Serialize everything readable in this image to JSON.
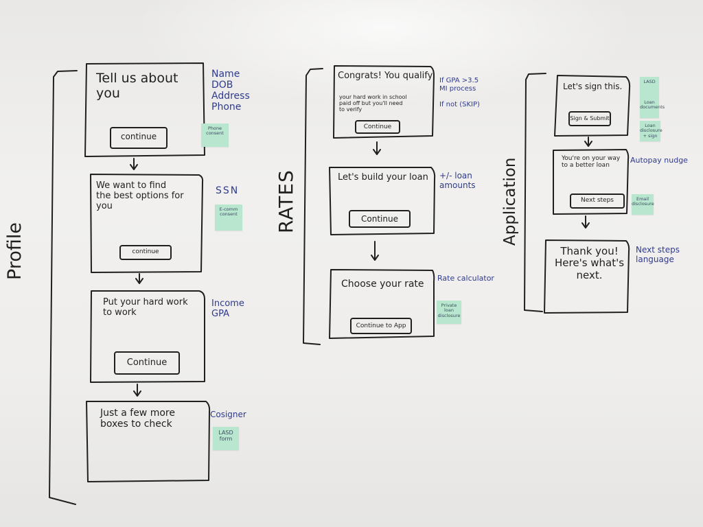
{
  "section_labels": {
    "profile": "Profile",
    "rates": "RATES",
    "application": "Application"
  },
  "profile": {
    "screen1": {
      "title": "Tell us about\nyou",
      "button": "continue"
    },
    "screen1_notes": "Name\nDOB\nAddress\nPhone",
    "screen1_sticky": "Phone\nconsent",
    "screen2": {
      "title": "We want to find\nthe best options for\nyou",
      "button": "continue"
    },
    "screen2_notes": "SSN",
    "screen2_sticky": "E-comm\nconsent",
    "screen3": {
      "title": "Put your hard work\nto work",
      "button": "Continue"
    },
    "screen3_notes": "Income\nGPA",
    "screen4": {
      "title": "Just a few more\nboxes to check"
    },
    "screen4_notes": "Cosigner",
    "screen4_sticky": "LASD\nform"
  },
  "rates": {
    "screen1": {
      "title": "Congrats! You qualify",
      "body": "your hard work in school\npaid off but you'll need\nto verify",
      "button": "Continue"
    },
    "screen1_notes": "If GPA >3.5\nMI process\n\nIf not (SKIP)",
    "screen2": {
      "title": "Let's build your loan",
      "button": "Continue"
    },
    "screen2_notes": "+/- loan\namounts",
    "screen3": {
      "title": "Choose your rate",
      "button": "Continue to App"
    },
    "screen3_notes": "Rate calculator",
    "screen3_sticky": "Private\nloan\ndisclosure"
  },
  "application": {
    "screen1": {
      "title": "Let's sign this.",
      "button": "Sign & Submit"
    },
    "screen1_sticky_a": "LASD",
    "screen1_sticky_b": "Loan\ndocuments",
    "screen1_sticky_c": "Loan\ndisclosure\n+ sign",
    "screen2": {
      "title": "You're on your way\nto a better loan",
      "button": "Next steps"
    },
    "screen2_notes": "Autopay nudge",
    "screen2_sticky": "Email\ndisclosure",
    "screen3": {
      "title": "Thank you!\nHere's what's\nnext."
    },
    "screen3_notes": "Next steps\nlanguage"
  },
  "colors": {
    "ink": "#1f1f1f",
    "blue_ink": "#2e3a8c",
    "sticky_note": "#b9e6cf",
    "whiteboard": "#efeeec"
  }
}
